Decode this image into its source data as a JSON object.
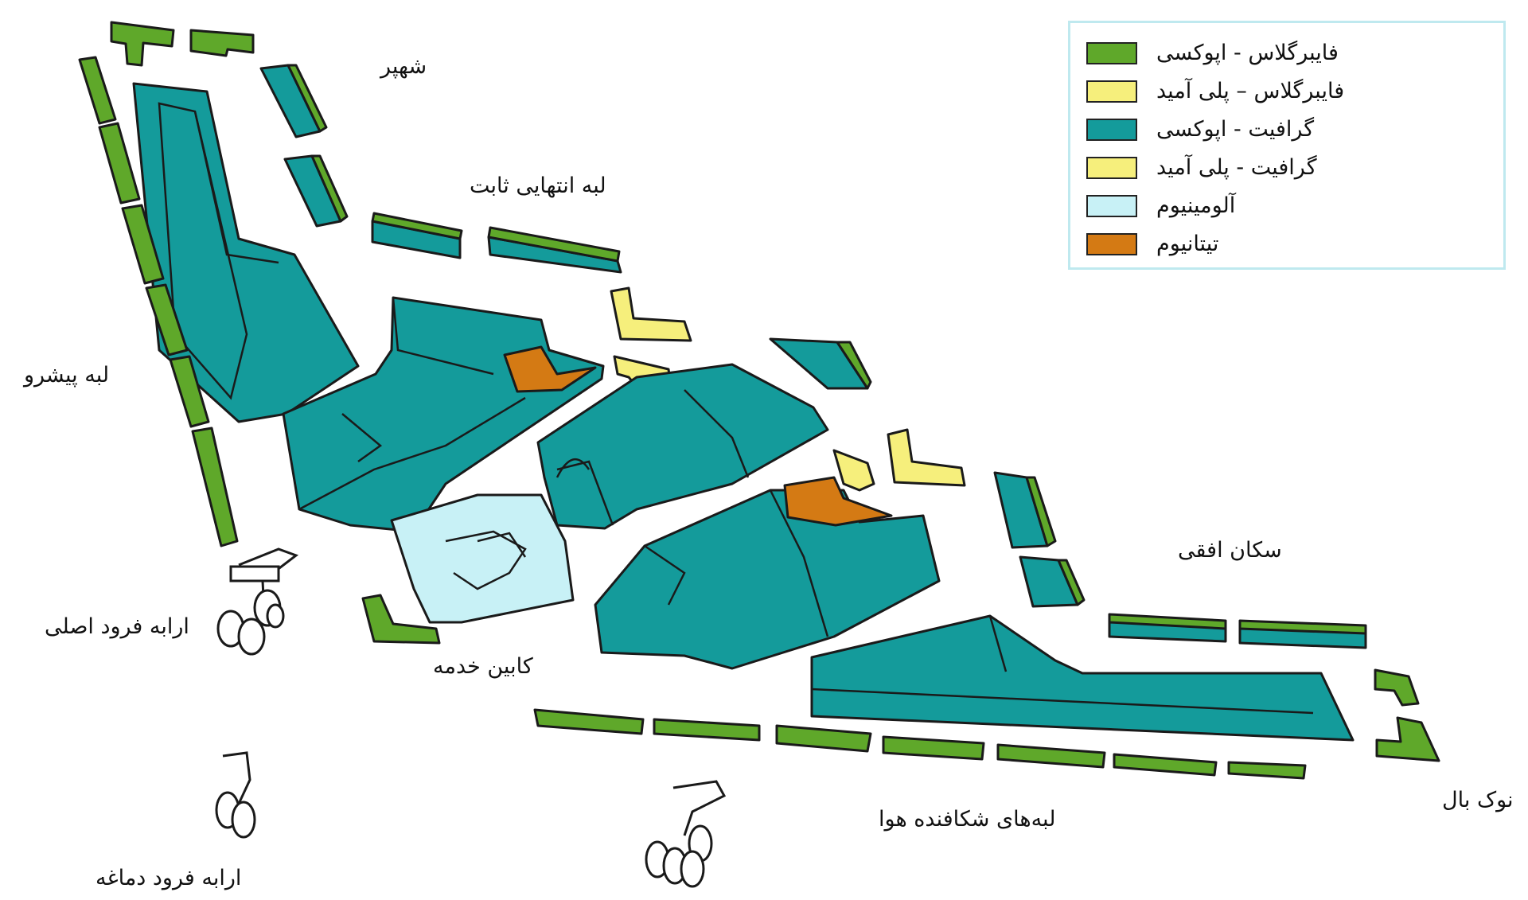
{
  "colors": {
    "fiberglass_epoxy": "#5fa82a",
    "fiberglass_polyamide": "#f6ef7c",
    "graphite_epoxy": "#149b9b",
    "graphite_polyamide": "#f6ef7c",
    "aluminum": "#c8f1f6",
    "titanium": "#d47a14"
  },
  "legend": {
    "items": [
      {
        "label": "فایبرگلاس - اپوکسی",
        "color": "#5fa82a"
      },
      {
        "label": "فایبرگلاس – پلی آمید",
        "color": "#f6ef7c"
      },
      {
        "label": "گرافیت - اپوکسی",
        "color": "#149b9b"
      },
      {
        "label": "گرافیت - پلی آمید",
        "color": "#f6ef7c"
      },
      {
        "label": "آلومینیوم",
        "color": "#c8f1f6"
      },
      {
        "label": "تیتانیوم",
        "color": "#d47a14"
      }
    ]
  },
  "labels": {
    "fin": "شهپر",
    "trailing_edge": "لبه انتهایی ثابت",
    "leading_edge": "لبه پیشرو",
    "main_gear": "ارابه فرود اصلی",
    "service_cabin": "کابین خدمه",
    "nose_gear": "ارابه فرود دماغه",
    "horizontal_stabilizer": "سکان افقی",
    "airbrake_edges": "لبه‌های شکافنده هوا",
    "wing_tip": "نوک بال"
  }
}
